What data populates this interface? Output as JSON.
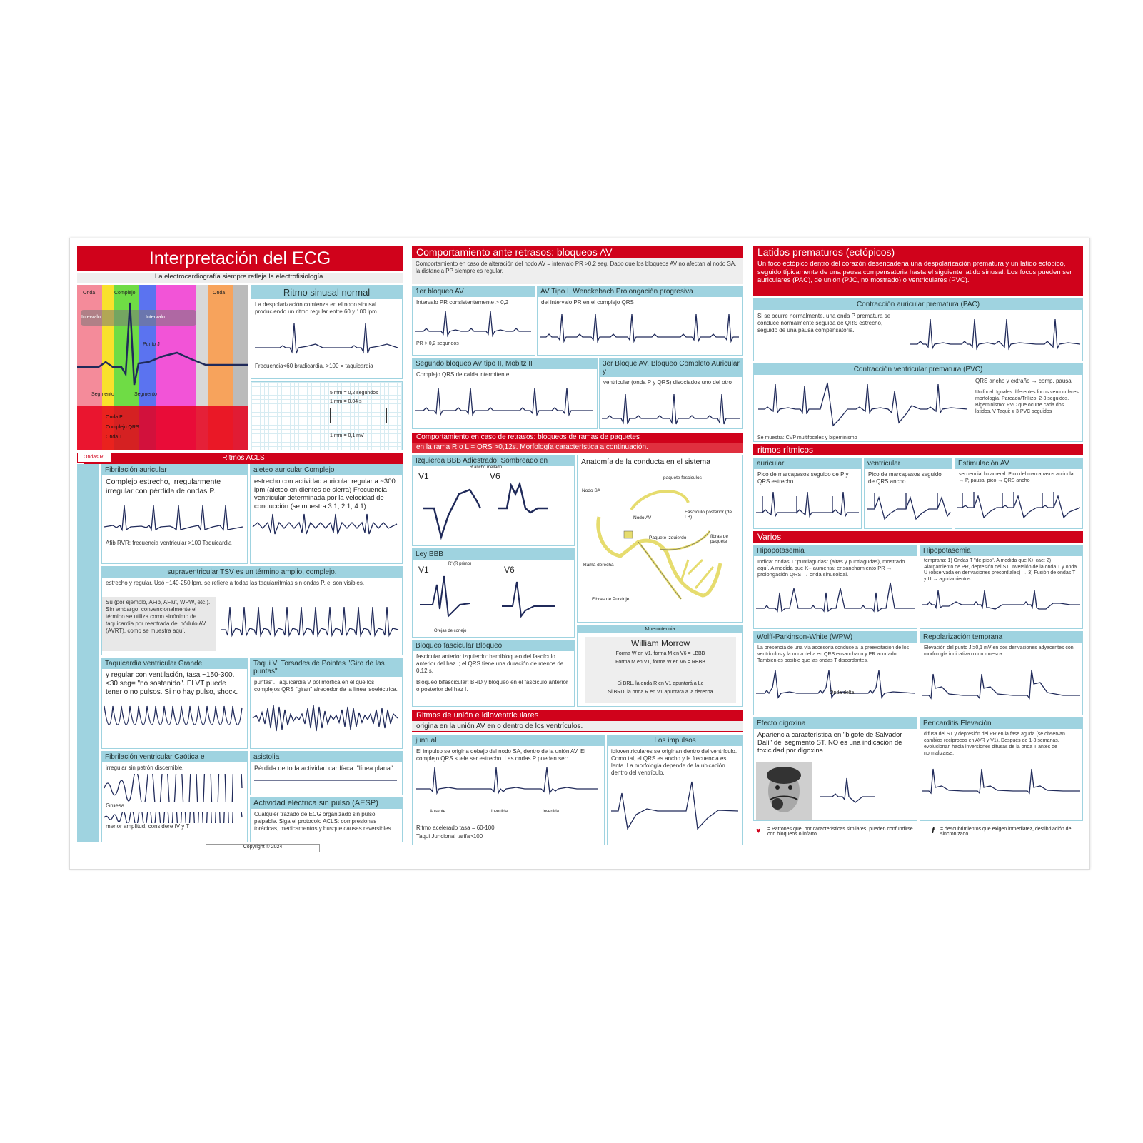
{
  "col1": {
    "title": "Interpretación del ECG",
    "subtitle": "La electrocardiografía siempre refleja la electrofisiología.",
    "waves": {
      "labels": [
        "Onda",
        "Complejo",
        "Punto J",
        "Segmento",
        "Segmento",
        "Intervalo",
        "Intervalo",
        "Onda"
      ],
      "bottom1": "Onda P",
      "bottom2": "Complejo QRS",
      "bottom3": "Onda T"
    },
    "sinus": {
      "title": "Ritmo sinusal normal",
      "text": "La despolarización comienza en el nodo sinusal produciendo un ritmo regular entre 60 y 100 lpm.",
      "foot": "Frecuencia<60 bradicardia, >100 = taquicardia"
    },
    "gridcal": {
      "t1": "5 mm = 0,2 segundos",
      "t2": "1 mm = 0,04 s",
      "t3": "1 mm = 0,1 mV"
    },
    "acls_bar": "Ritmos ACLS",
    "acls_tag": "Ondas R",
    "fib_aur": {
      "title": "Fibrilación auricular",
      "text": "Complejo estrecho, irregularmente irregular con pérdida de ondas P.",
      "foot": "Afib RVR: frecuencia ventricular >100 Taquicardia"
    },
    "flutter": {
      "title": "aleteo auricular Complejo",
      "text": "estrecho con actividad auricular regular a ~300 lpm (aleteo en dientes de sierra) Frecuencia ventricular determinada por la velocidad de conducción (se muestra 3:1; 2:1, 4:1)."
    },
    "svt": {
      "bar": "supraventricular TSV es un término amplio, complejo.",
      "text": "estrecho y regular. Usó ~140-250 lpm, se refiere a todas las taquiarritmias sin ondas P, el son visibles.",
      "side": "Su (por ejemplo, AFib, AFlut, WPW, etc.). Sin embargo, convencionalmente el término se utiliza como sinónimo de taquicardia por reentrada del nódulo AV (AVRT), como se muestra aquí."
    },
    "vtach": {
      "title": "Taquicardia ventricular Grande",
      "text": "y regular con ventilación, tasa ~150-300. <30 seg= \"no sostenido\". El VT puede tener o no pulsos. Si no hay pulso, shock."
    },
    "torsade": {
      "title": "Taqui V: Torsades de Pointes \"Giro de las puntas\"",
      "text": "puntas\". Taquicardia V polimórfica en el que los complejos QRS \"giran\" alrededor de la línea isoeléctrica."
    },
    "vfib": {
      "title": "Fibrilación ventricular Caótica e",
      "text": "irregular sin patrón discernible.",
      "l1": "Gruesa",
      "l2": "menor amplitud, considere fV y T"
    },
    "asist": {
      "title": "asistolia",
      "text": "Pérdida de toda actividad cardíaca: \"línea plana\""
    },
    "aesp": {
      "title": "Actividad eléctrica sin pulso (AESP)",
      "text": "Cualquier trazado de ECG organizado sin pulso palpable. Siga el protocolo ACLS: compresiones torácicas, medicamentos y busque causas reversibles."
    },
    "copyright": "Copyright © 2024"
  },
  "col2": {
    "av_title": "Comportamiento ante retrasos: bloqueos AV",
    "av_intro": "Comportamiento en caso de alteración del nodo AV = intervalo PR >0,2 seg. Dado que los bloqueos AV no afectan al nodo SA, la distancia PP siempre es regular.",
    "b1": {
      "title": "1er bloqueo AV",
      "text": "Intervalo PR consistentemente > 0,2",
      "foot": "PR > 0,2 segundos"
    },
    "b2": {
      "title": "AV Tipo I, Wenckebach Prolongación progresiva",
      "text": "del intervalo PR en el complejo QRS"
    },
    "b3": {
      "title": "Segundo bloqueo AV tipo II, Mobitz II",
      "text": "Complejo QRS de caída intermitente"
    },
    "b4": {
      "title": "3er Bloque AV, Bloqueo Completo Auricular y",
      "text": "ventricular (onda P y QRS) disociados uno del otro"
    },
    "bbb_title": "Comportamiento en caso de retrasos: bloqueos de ramas de paquetes",
    "bbb_sub": "en la rama R o L = QRS >0,12s. Morfología característica a continuación.",
    "lbbb": {
      "title": "Izquierda BBB Adiestrado: Sombreado en",
      "v1": "V1",
      "v6": "V6",
      "label": "R ancho mellado"
    },
    "rbbb": {
      "title": "Ley BBB",
      "v1": "V1",
      "v6": "V6",
      "l1": "R' (R primo)",
      "l2": "Orejas de conejo"
    },
    "anat": {
      "title": "Anatomía de la conducta en el sistema",
      "labels": [
        "paquete fasciculos",
        "Nodo SA",
        "Nodo AV",
        "Fascículo posterior (de LB)",
        "fibras de paquete",
        "Paquete izquierdo",
        "Rama derecha",
        "Fibras de Purkinje"
      ]
    },
    "morrow_bar": "Mnemotecnia",
    "morrow": {
      "title": "William Morrow",
      "l1": "Forma W en V1, forma M en V6 = LBBB",
      "l2": "Forma M en V1, forma W en V6 = RBBB",
      "l3": "Si BRL, la onda R en V1 apuntará a Le",
      "l4": "Si BRD, la onda R en V1 apuntará a la derecha"
    },
    "fasc": {
      "title": "Bloqueo fascicular Bloqueo",
      "text": "fascicular anterior izquierdo: hemibloqueo del fascículo anterior del haz I; el QRS tiene una duración de menos de 0,12 s.",
      "text2": "Bloqueo bifascicular: BRD y bloqueo en el fascículo anterior o posterior del haz I."
    },
    "junc_title": "Ritmos de unión e idioventriculares",
    "junc_sub": "origina en la unión AV en o dentro de los ventrículos.",
    "junc": {
      "title": "juntual",
      "text": "El impulso se origina debajo del nodo SA, dentro de la unión AV. El complejo QRS suele ser estrecho. Las ondas P pueden ser:",
      "l1": "Ausente",
      "l2": "Invertida",
      "l3": "Invertida",
      "foot1": "Ritmo acelerado tasa = 60-100",
      "foot2": "Taqui Juncional tarifa>100"
    },
    "idio": {
      "title": "Los impulsos",
      "text": "idioventriculares se originan dentro del ventrículo. Como tal, el QRS es ancho y la frecuencia es lenta. La morfología depende de la ubicación dentro del ventrículo."
    }
  },
  "col3": {
    "ect_title": "Latidos prematuros (ectópicos)",
    "ect_intro": "Un foco ectópico dentro del corazón desencadena una despolarización prematura y un latido ectópico, seguido típicamente de una pausa compensatoria hasta el siguiente latido sinusal. Los focos pueden ser auriculares (PAC), de unión (PJC, no mostrado) o ventriculares (PVC).",
    "pac": {
      "title": "Contracción auricular prematura (PAC)",
      "text": "Si se ocurre normalmente, una onda P prematura se conduce normalmente seguida de QRS estrecho, seguido de una pausa compensatoria."
    },
    "pvc": {
      "title": "Contracción ventricular prematura (PVC)",
      "text": "QRS ancho y extraño → comp. pausa",
      "list": "Unifocal: Iguales diferentes focos ventriculares morfología. Pareado/Trillizo: 2-3 seguidos. Bigeminismo: PVC que ocurre cada dos latidos. V Taqui: ≥ 3 PVC seguidos",
      "foot": "Se muestra: CVP multifocales y bigeminismo"
    },
    "rit_title": "ritmos rítmicos",
    "r1": {
      "title": "auricular",
      "text": "Pico de marcapasos seguido de P y QRS estrecho"
    },
    "r2": {
      "title": "ventricular",
      "text": "Pico de marcapasos seguido de QRS ancho"
    },
    "r3": {
      "title": "Estimulación AV",
      "text": "secuencial bicameral. Pico del marcapasos auricular → P, pausa, pico → QRS ancho"
    },
    "var_title": "Varios",
    "hipoK": {
      "title": "Hipopotasemia",
      "text": "Indica: ondas T \"puntiagudas\" (altas y puntiagudas), mostrado aquí. A medida que K+ aumenta: ensanchamiento PR → prolongación QRS → onda sinusoidal."
    },
    "hiperK": {
      "title": "Hipopotasemia",
      "text": "temprana: 1) Ondas T \"de pico\". A medida que K+ cae: 2) Alargamiento de PR, depresión del ST, inversión de la onda T y onda U (observada en derivaciones precordiales) → 3) Fusión de ondas T y U → agudamientos."
    },
    "wpw": {
      "title": "Wolff-Parkinson-White (WPW)",
      "text": "La presencia de una vía accesoria conduce a la preexcitación de los ventrículos y la onda delta en QRS ensanchado y PR acortado. También es posible que las ondas T discordantes.",
      "label": "Onda delta"
    },
    "repol": {
      "title": "Repolarización temprana",
      "text": "Elevación del punto J ≥0,1 mV en dos derivaciones adyacentes con morfología indicativa o con muesca."
    },
    "dig": {
      "title": "Efecto digoxina",
      "text": "Apariencia característica en \"bigote de Salvador Dalí\" del segmento ST. NO es una indicación de toxicidad por digoxina."
    },
    "peri": {
      "title": "Pericarditis Elevación",
      "text": "difusa del ST y depresión del PR en la fase aguda (se observan cambios recíprocos en AVR y V1). Después de 1-3 semanas, evolucionan hacia inversiones difusas de la onda T antes de normalizarse."
    },
    "legend1": "= Patrones que, por características similares, pueden confundirse con bloqueos o infarto",
    "legend2": "= descubrimientos que exigen inmediatez, desfibrilación de sincronizado"
  },
  "colors": {
    "red": "#d0021b",
    "teal": "#9fd3e0",
    "trace": "#202a5a"
  }
}
